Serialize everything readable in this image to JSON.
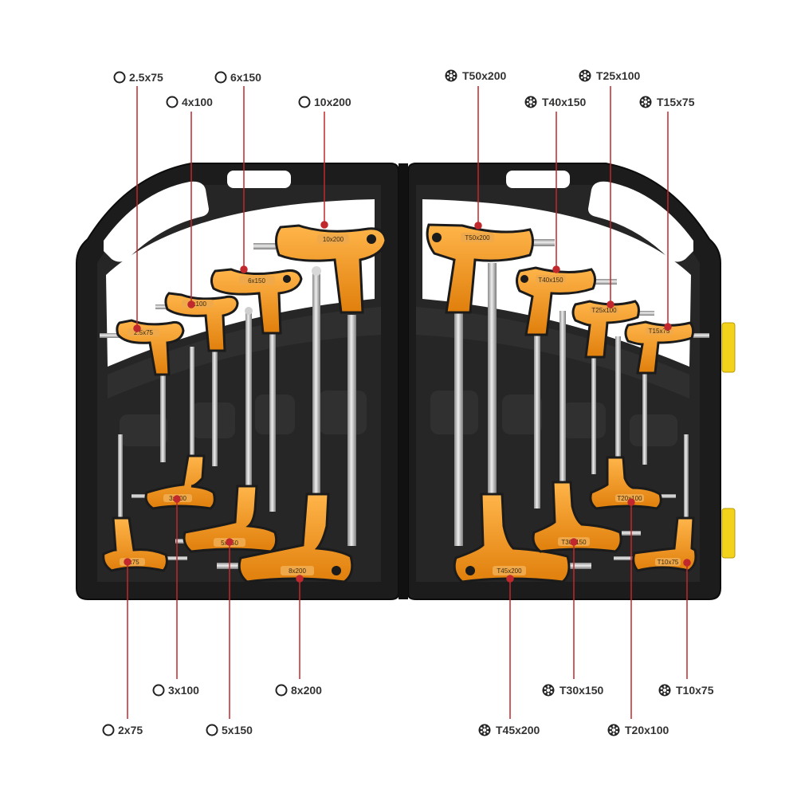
{
  "hex_labels": {
    "h2_5x75": "2.5x75",
    "h4x100": "4x100",
    "h6x150": "6x150",
    "h10x200": "10x200",
    "h3x100": "3x100",
    "h8x200": "8x200",
    "h2x75": "2x75",
    "h5x150": "5x150"
  },
  "torx_labels": {
    "t50x200": "T50x200",
    "t40x150": "T40x150",
    "t25x100": "T25x100",
    "t15x75": "T15x75",
    "t30x150": "T30x150",
    "t10x75": "T10x75",
    "t45x200": "T45x200",
    "t20x100": "T20x100"
  },
  "handle_imprints": {
    "i10x200": "10x200",
    "i8x200": "8x200",
    "i6x150": "6x150",
    "i5x150": "5x150",
    "i4x100": "4x100",
    "i3x100": "3x100",
    "i2_5x75": "2.5x75",
    "i2x75": "2x75",
    "iT50x200": "T50x200",
    "iT45x200": "T45x200",
    "iT40x150": "T40x150",
    "iT30x150": "T30x150",
    "iT25x100": "T25x100",
    "iT20x100": "T20x100",
    "iT15x75": "T15x75",
    "iT10x75": "T10x75"
  },
  "colors": {
    "case": "#1e1e1e",
    "handle_orange": "#f39a1e",
    "grip_black": "#222222",
    "shaft_steel": "#c8c8c8",
    "leader_red": "#c0282d",
    "latch_yellow": "#f2d21a"
  },
  "icons": {
    "hex_marker": "hollow-circle-icon",
    "torx_marker": "torx-star-icon"
  }
}
